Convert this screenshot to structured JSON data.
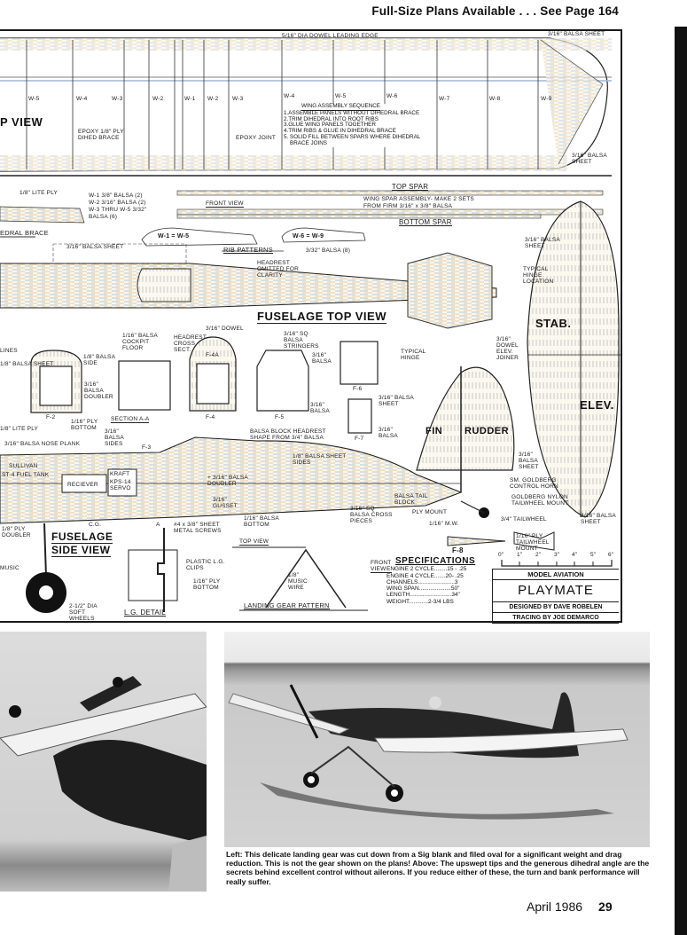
{
  "header": {
    "text": "Full-Size Plans Available . . . See Page 164"
  },
  "plan": {
    "wing_top": {
      "dowel": "5/16\" DIA DOWEL LEADING EDGE",
      "sheet": "3/16\" BALSA SHEET",
      "sheet2": "3/16\" BALSA SHEET",
      "view": "P   VIEW",
      "epoxy_brace": "EPOXY 1/8\" PLY DIHED BRACE",
      "epoxy_joint": "EPOXY JOINT",
      "ribs": [
        "W-5",
        "W-4",
        "W-3",
        "W-2",
        "W-1",
        "W-2",
        "W-3",
        "W-4",
        "W-5",
        "W-6",
        "W-7",
        "W-8",
        "W-9"
      ]
    },
    "sequence": {
      "title": "WING ASSEMBLY SEQUENCE",
      "steps": [
        "1.ASSEMBLE PANELS WITHOUT DIHEDRAL BRACE",
        "2.TRIM DIHEDRAL INTO ROOT RIBS",
        "3.GLUE WING PANELS TOGETHER",
        "4.TRIM RIBS & GLUE IN DIHEDRAL BRACE",
        "5. SOLID FILL BETWEEN SPARS WHERE DIHEDRAL",
        "    BRACE JOINS"
      ]
    },
    "spars": {
      "top": "TOP SPAR",
      "front": "FRONT VIEW",
      "assembly1": "WING SPAR ASSEMBLY- MAKE 2 SETS",
      "assembly2": "FROM FIRM 3/16\" x 3/8\" BALSA",
      "bottom": "BOTTOM SPAR"
    },
    "ribs": {
      "w1": "W-1 3/8\" BALSA (2)",
      "w2": "W-2 3/16\" BALSA (2)",
      "w3": "W-3 THRU W-5 3/32\"",
      "w3b": "BALSA (6)",
      "w1w5": "W-1 = W-5",
      "w6w9": "W-6 = W-9",
      "w6note": "3/32\" BALSA (8)",
      "title": "RIB PATTERNS",
      "lite_ply": "1/8\" LITE PLY",
      "dihedral": "EDRAL  BRACE"
    },
    "fuse_top": {
      "title": "FUSELAGE TOP VIEW",
      "sheet": "3/16\" BALSA SHEET",
      "headrest": "HEADREST OMITTED FOR CLARITY",
      "dowel": "3/16\" DOWEL",
      "cockpit": "1/16\" BALSA COCKPIT FLOOR",
      "headrest_x": "HEADREST CROSS SECT."
    },
    "stab": {
      "sheet": "3/16\" BALSA SHEET",
      "hinge": "TYPICAL HINGE LOCATION",
      "stab": "STAB.",
      "elev": "ELEV.",
      "joiner": "3/16\" DOWEL ELEV. JOINER",
      "sheet2": "3/16\" BALSA SHEET"
    },
    "formers": {
      "f2": "F-2",
      "f3": "F-3",
      "f4": "F-4",
      "f4a": "F-4A",
      "f5": "F-5",
      "f6": "F-6",
      "f7": "F-7",
      "f8": "F-8",
      "section": "SECTION A-A",
      "stringers": "3/16\" SQ BALSA STRINGERS",
      "balsa316": "3/16\" BALSA",
      "balsa316b": "3/16\" BALSA",
      "side": "1/8\" BALSA SIDE",
      "doubler": "3/16\" BALSA DOUBLER",
      "ply_bottom": "1/16\" PLY BOTTOM",
      "lite_ply": "1/8\" LITE PLY",
      "sheet_side": "3/16\" BALSA SIDES",
      "lines": "LINES",
      "sheet18": "1/8\" BALSA SHEET"
    },
    "fin": {
      "hinge": "TYPICAL HINGE",
      "sheet": "3/16\" BALSA SHEET",
      "balsa": "3/16\" BALSA",
      "fin": "FIN",
      "rudder": "RUDDER",
      "rud_sheet": "3/16\" BALSA SHEET",
      "horn": "SM. GOLDBERG CONTROL HORN",
      "tailwheel": "GOLDBERG NYLON TAILWHEEL MOUNT",
      "tw": "3/4\" TAILWHEEL",
      "tw_mount": "1/16\" PLY TAILWHEEL MOUNT",
      "mw": "1/16\" M.W.",
      "ply_mount": "PLY MOUNT",
      "tail_block": "BALSA TAIL BLOCK"
    },
    "fuse_side": {
      "title1": "FUSELAGE",
      "title2": "SIDE VIEW",
      "nose": "3/16\" BALSA NOSE PLANK",
      "sullivan": "SULLIVAN",
      "tank": "ST-4 FUEL TANK",
      "receiver": "RECIEVER",
      "kraft": "KRAFT",
      "servo": "KPS-14 SERVO",
      "block": "BALSA BLOCK HEADREST SHAPE FROM 3/4\" BALSA",
      "sheet_sides": "1/8\" BALSA SHEET SIDES",
      "doubler": "+ 3/16\" BALSA DOUBLER",
      "gusset": "3/16\" GUSSET",
      "bottom": "1/16\" BALSA BOTTOM",
      "cross": "3/16\" SQ BALSA CROSS PIECES",
      "cg": "C.G.",
      "ply_doubler": "1/8\" PLY DOUBLER",
      "music": "MUSIC",
      "wheels": "2-1/2\" DIA SOFT WHEELS",
      "a": "A"
    },
    "lg": {
      "screws": "#4 x 3/8\" SHEET METAL SCREWS",
      "clips": "PLASTIC L.G. CLIPS",
      "ply": "1/16\" PLY BOTTOM",
      "detail": "L.G. DETAIL",
      "top_view": "TOP VIEW",
      "front_view": "FRONT VIEW",
      "wire": "1/8\" MUSIC WIRE",
      "pattern": "LANDING GEAR PATTERN"
    },
    "scale": [
      "0\"",
      "1\"",
      "2\"",
      "3\"",
      "4\"",
      "5\"",
      "6\""
    ]
  },
  "specs": {
    "title": "SPECIFICATIONS",
    "rows": [
      "ENGINE 2 CYCLE........15 - .25",
      "ENGINE 4 CYCLE.......20- .25",
      "CHANNELS.......................3",
      "WING SPAN....................50\"",
      "LENGTH..........................34\"",
      "WEIGHT............2-3/4 LBS"
    ]
  },
  "titlebox": {
    "magazine": "MODEL AVIATION",
    "name": "PLAYMATE",
    "designer": "DESIGNED BY DAVE ROBELEN",
    "tracing": "TRACING BY JOE DEMARCO"
  },
  "caption": "Left: This delicate landing gear was cut down from a Sig blank and filed oval for a significant weight and drag reduction. This is not the gear shown on the plans! Above: The upswept tips and the generous dihedral angle are the secrets behind excellent control without ailerons. If you reduce either of these, the turn and bank performance will really suffer.",
  "footer": {
    "date": "April 1986",
    "page": "29"
  },
  "colors": {
    "ink": "#1a1a1a",
    "wood": "#e9d9b0",
    "blue": "#9fb6d8"
  }
}
